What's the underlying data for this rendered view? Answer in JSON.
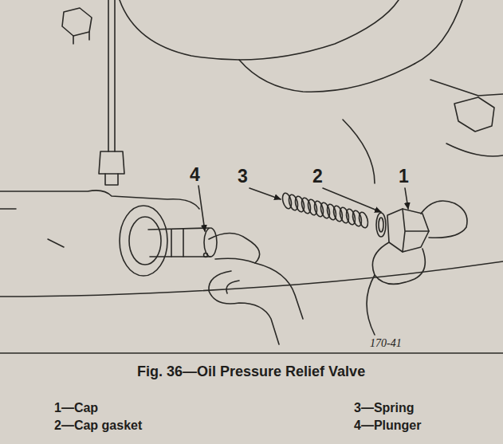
{
  "diagram": {
    "caption": "Fig. 36—Oil Pressure Relief Valve",
    "labels": [
      "4",
      "3",
      "2",
      "1",
      "170-41",
      "1—Cap",
      "2—Cap gasket",
      "3—Spring",
      "4—Plunger"
    ]
  }
}
